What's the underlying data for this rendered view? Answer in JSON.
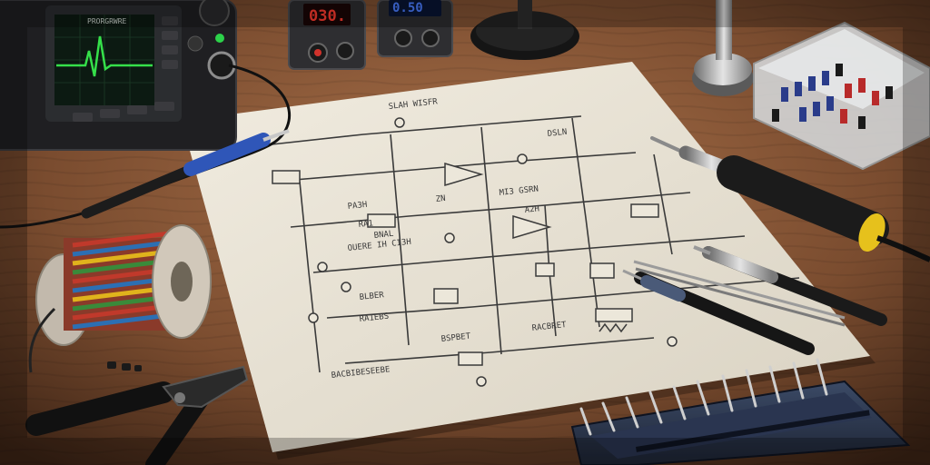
{
  "scene": {
    "palette": {
      "desk_light": "#a9714a",
      "desk_dark": "#3b2315",
      "paper": "#ece7da",
      "ink": "#3a3a3a",
      "scope_trace": "#35e04a",
      "meter_red": "#ff3b2f",
      "meter_blue": "#4a7dff",
      "probe_blue": "#2f56b8",
      "solder_yellow": "#e6c11c"
    }
  },
  "oscilloscope": {
    "brand": "PRORGRWRE"
  },
  "meters": {
    "red_readout": "030.",
    "blue_readout": "0.50"
  },
  "schematic": {
    "labels": [
      "SLAH WISFR",
      "MI3 GSRN",
      "A2H",
      "ZN",
      "PA3H",
      "RA1",
      "BNAL",
      "OUERE  IH  CI3H",
      "BLBER",
      "RA1EBS",
      "DSLN",
      "BSPBET",
      "RACBRET",
      "BACBIBESEEBE"
    ]
  }
}
